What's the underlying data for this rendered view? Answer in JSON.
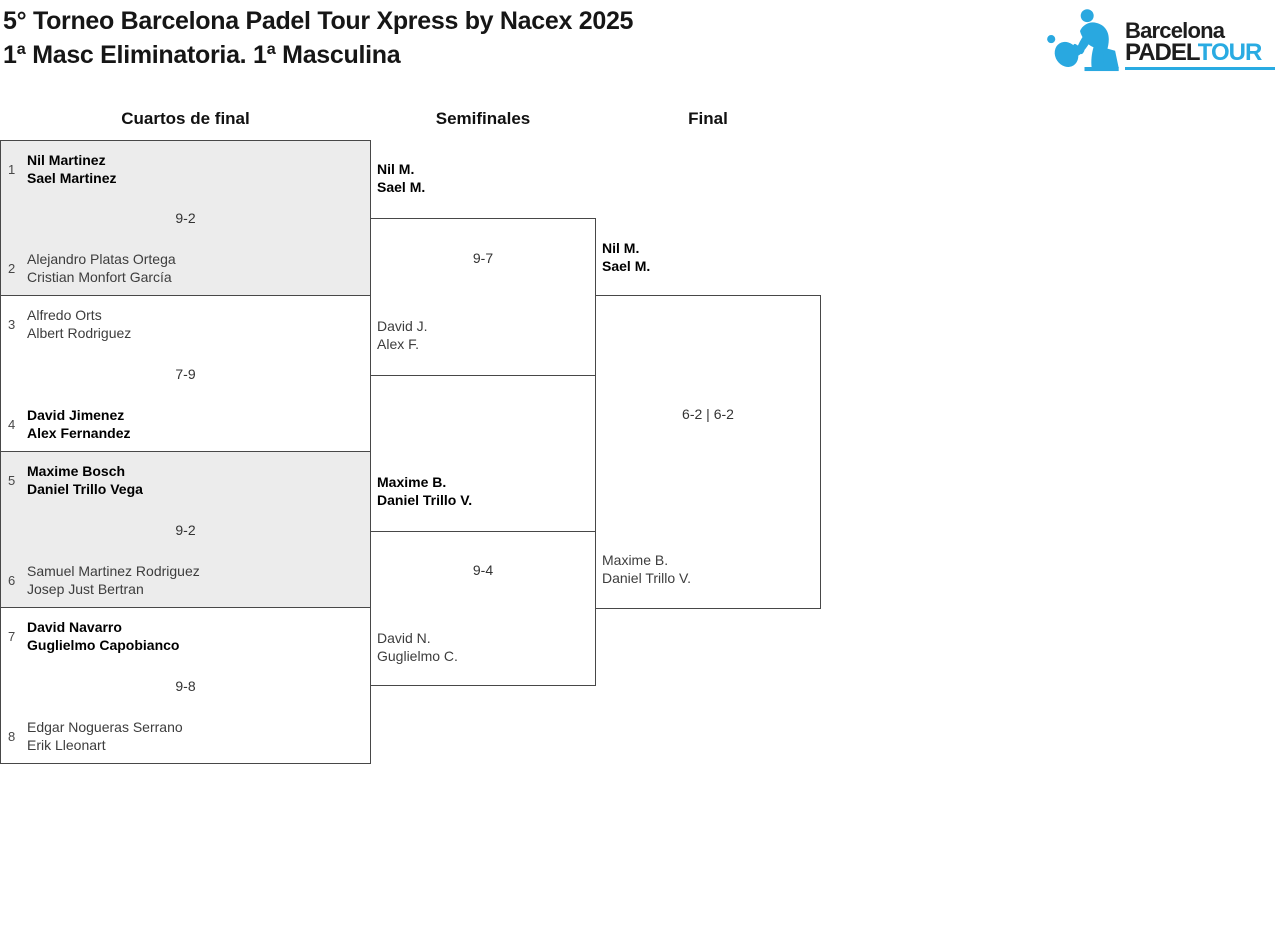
{
  "header": {
    "title": "5° Torneo Barcelona Padel Tour Xpress by Nacex 2025",
    "subtitle": "1ª Masc Eliminatoria. 1ª Masculina"
  },
  "logo": {
    "brand_top": "Barcelona",
    "brand_bottom_dark": "PADEL",
    "brand_bottom_accent": "TOUR",
    "accent_color": "#29ABE2"
  },
  "bracket": {
    "round_headers": [
      "Cuartos de final",
      "Semifinales",
      "Final"
    ],
    "quarterfinals": [
      {
        "seed_top": "1",
        "team_top": [
          "Nil Martinez",
          "Sael Martinez"
        ],
        "score": "9-2",
        "seed_bottom": "2",
        "team_bottom": [
          "Alejandro Platas Ortega",
          "Cristian Monfort García"
        ],
        "winner": "top"
      },
      {
        "seed_top": "3",
        "team_top": [
          "Alfredo Orts",
          "Albert Rodriguez"
        ],
        "score": "7-9",
        "seed_bottom": "4",
        "team_bottom": [
          "David Jimenez",
          "Alex Fernandez"
        ],
        "winner": "bottom"
      },
      {
        "seed_top": "5",
        "team_top": [
          "Maxime Bosch",
          "Daniel Trillo Vega"
        ],
        "score": "9-2",
        "seed_bottom": "6",
        "team_bottom": [
          "Samuel Martinez Rodriguez",
          "Josep Just Bertran"
        ],
        "winner": "top"
      },
      {
        "seed_top": "7",
        "team_top": [
          "David Navarro",
          "Guglielmo Capobianco"
        ],
        "score": "9-8",
        "seed_bottom": "8",
        "team_bottom": [
          "Edgar Nogueras Serrano",
          "Erik Lleonart"
        ],
        "winner": "top"
      }
    ],
    "semifinals": [
      {
        "team_top": [
          "Nil M.",
          "Sael M."
        ],
        "score": "9-7",
        "team_bottom": [
          "David J.",
          "Alex F."
        ],
        "winner": "top"
      },
      {
        "team_top": [
          "Maxime B.",
          "Daniel Trillo V."
        ],
        "score": "9-4",
        "team_bottom": [
          "David N.",
          "Guglielmo C."
        ],
        "winner": "top"
      }
    ],
    "final": {
      "team_top": [
        "Nil M.",
        "Sael M."
      ],
      "score": "6-2 | 6-2",
      "team_bottom": [
        "Maxime B.",
        "Daniel Trillo V."
      ],
      "winner": "top"
    }
  }
}
